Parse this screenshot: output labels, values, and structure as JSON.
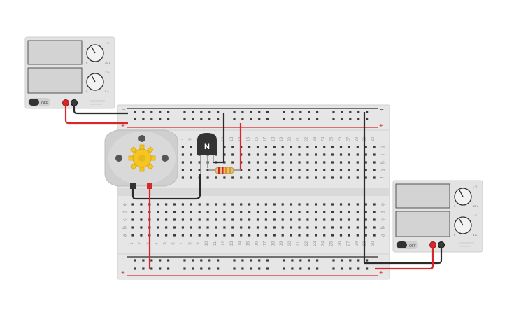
{
  "colors": {
    "wire_red": "#d8262b",
    "wire_black": "#2b2b2b",
    "breadboard": "#e6e6e6",
    "psu_body": "#e3e3e3",
    "psu_screen": "#d3d3d3",
    "motor_body": "#cfcfcf",
    "gear": "#f5c522",
    "transistor": "#333333"
  },
  "psu_left": {
    "knob_top_label": "◌ V",
    "knob_top_min": "0",
    "knob_top_max": "30 V",
    "knob_bottom_label": "◌ C",
    "knob_bottom_min": "0",
    "knob_bottom_max": "5 A",
    "switch_label": "OFF"
  },
  "psu_right": {
    "knob_top_label": "◌ V",
    "knob_top_min": "0",
    "knob_top_max": "30 V",
    "knob_bottom_label": "◌ C",
    "knob_bottom_min": "0",
    "knob_bottom_max": "5 A",
    "switch_label": "OFF"
  },
  "transistor": {
    "label": "N"
  },
  "breadboard": {
    "rail_minus": "−",
    "rail_plus": "+",
    "rows_top": [
      "j",
      "i",
      "h",
      "g",
      "f"
    ],
    "rows_bottom": [
      "e",
      "d",
      "c",
      "b",
      "a"
    ],
    "column_labels": [
      "1",
      "2",
      "3",
      "4",
      "5",
      "6",
      "7",
      "8",
      "9",
      "10",
      "11",
      "12",
      "13",
      "14",
      "15",
      "16",
      "17",
      "18",
      "19",
      "20",
      "21",
      "22",
      "23",
      "24",
      "25",
      "26",
      "27",
      "28",
      "29",
      "30"
    ]
  }
}
